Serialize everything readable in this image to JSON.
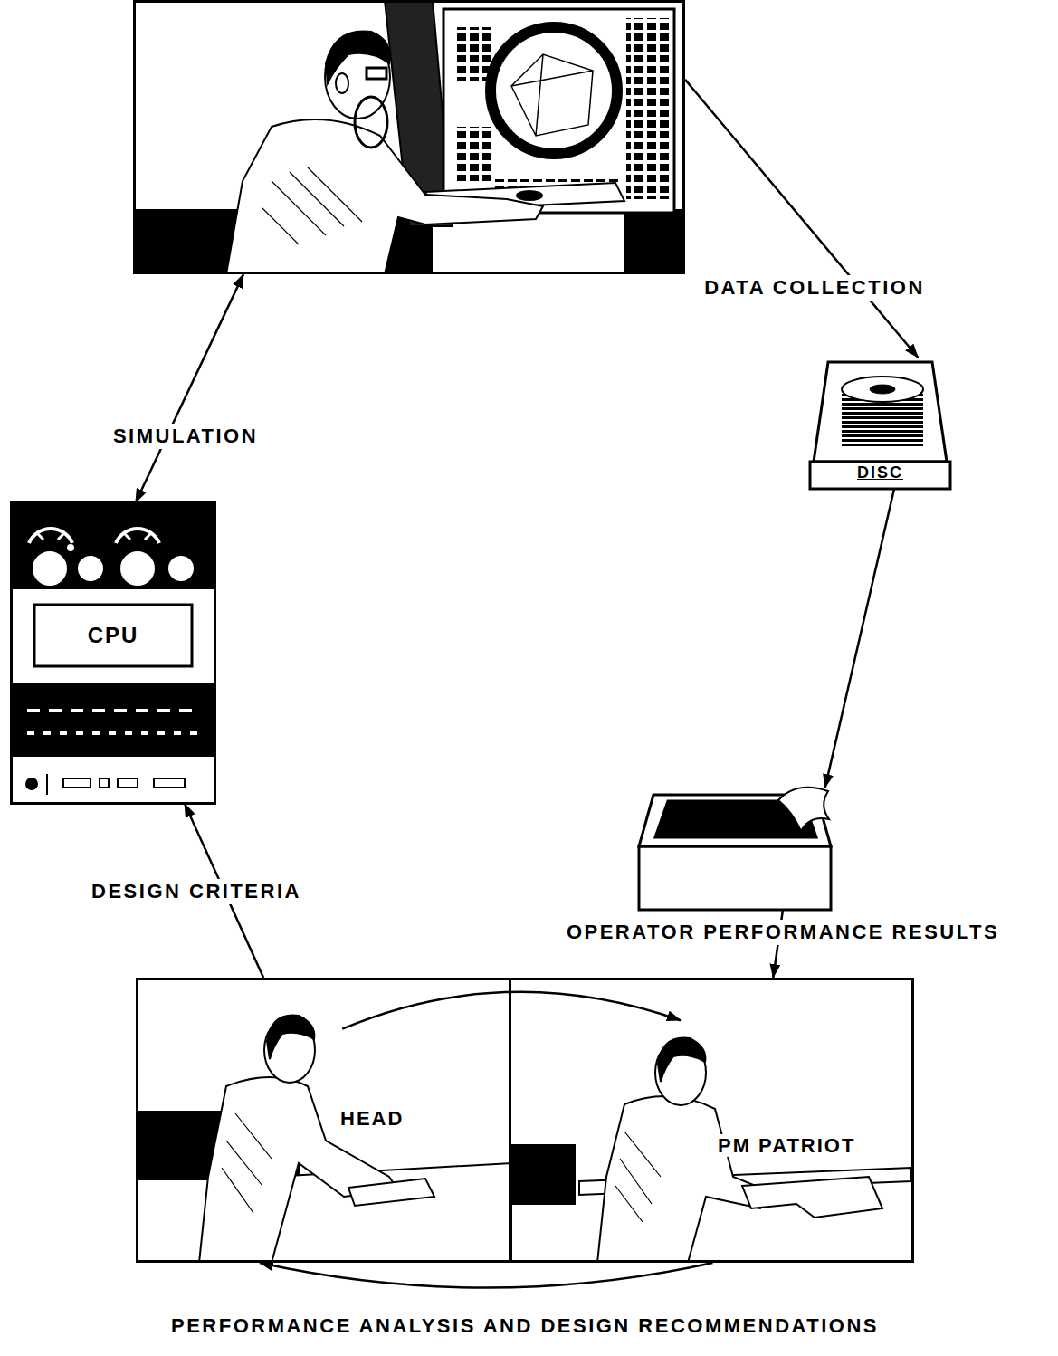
{
  "diagram": {
    "nodes": [
      {
        "text": []
      },
      {
        "text": [
          "DISC"
        ]
      },
      {
        "text": [
          "CPU"
        ]
      },
      {
        "text": []
      },
      {
        "text": [
          "HEAD"
        ]
      },
      {
        "text": [
          "PM PATRIOT"
        ]
      }
    ],
    "edges": [
      {
        "from": 0,
        "to": 1,
        "label": "DATA COLLECTION",
        "arrow": "to"
      },
      {
        "from": 2,
        "to": 0,
        "label": "SIMULATION",
        "arrow": "both"
      },
      {
        "from": 1,
        "to": 3,
        "arrow": "to"
      },
      {
        "from": 3,
        "to": 5,
        "label": "OPERATOR PERFORMANCE RESULTS",
        "arrow": "to"
      },
      {
        "from": 4,
        "to": 2,
        "label": "DESIGN CRITERIA",
        "arrow": "to"
      },
      {
        "from": 4,
        "to": 5,
        "arrow": "to"
      },
      {
        "from": 5,
        "to": 4,
        "arrow": "to"
      }
    ],
    "labels": [
      "PERFORMANCE ANALYSIS AND DESIGN RECOMMENDATIONS"
    ]
  }
}
